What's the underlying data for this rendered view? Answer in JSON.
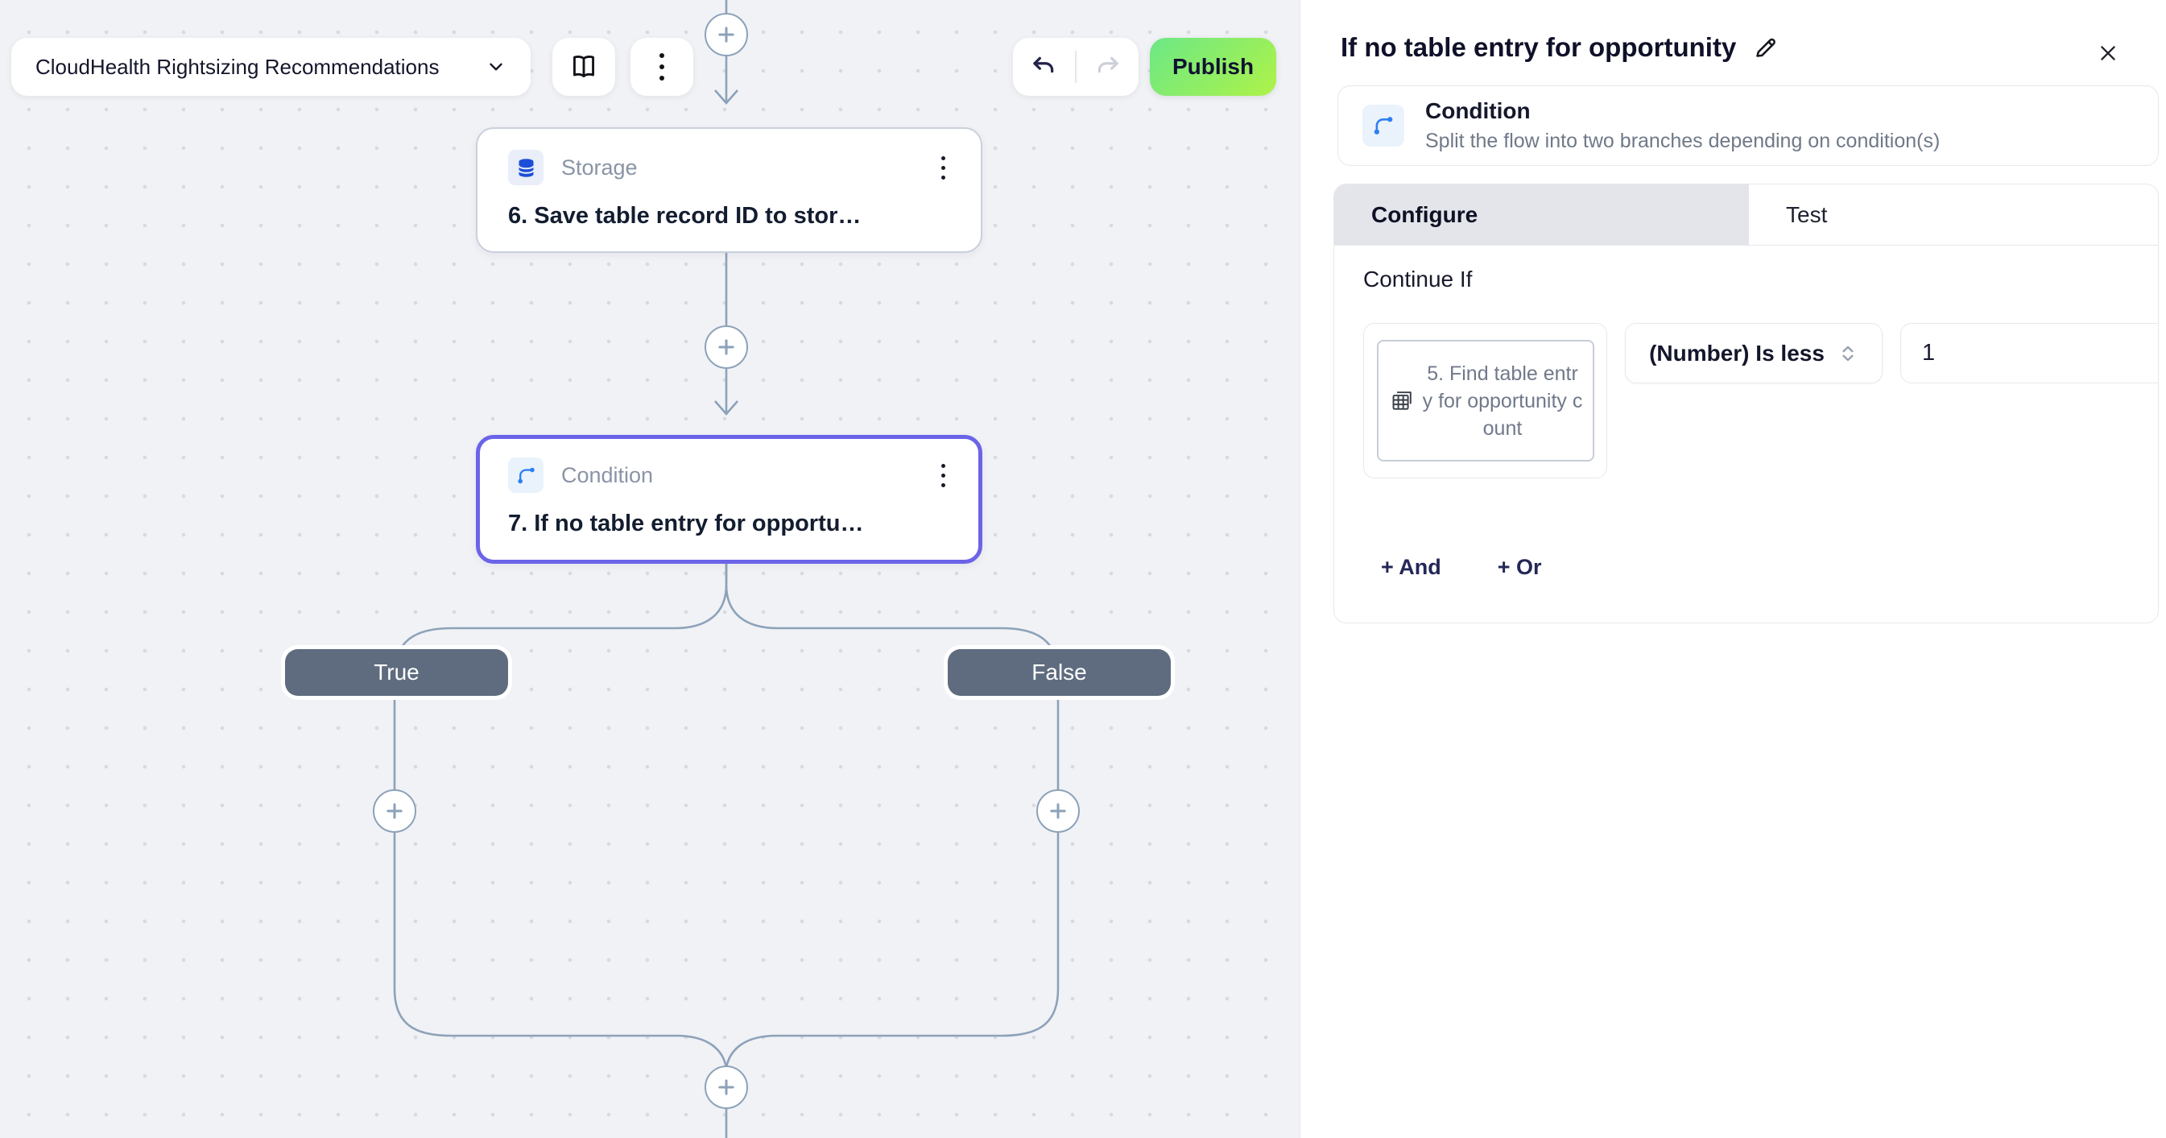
{
  "app": {
    "flow_name": "CloudHealth Rightsizing Recommendations",
    "publish_label": "Publish"
  },
  "canvas": {
    "nodes": {
      "storage": {
        "type_label": "Storage",
        "title": "6. Save table record ID to stor…"
      },
      "condition": {
        "type_label": "Condition",
        "title": "7. If no table entry for opportu…",
        "selected": true
      }
    },
    "branches": {
      "true_label": "True",
      "false_label": "False"
    }
  },
  "panel": {
    "title": "If no table entry for opportunity",
    "step": {
      "name": "Condition",
      "description": "Split the flow into two branches depending on condition(s)"
    },
    "tabs": {
      "configure": "Configure",
      "test": "Test"
    },
    "section_label": "Continue If",
    "condition_row": {
      "operand": "5. Find table entry for opportunity count",
      "operator": "(Number) Is less",
      "value": "1"
    },
    "and_label": "+ And",
    "or_label": "+ Or"
  },
  "icons": {
    "flow_selector": "chevron-down-icon",
    "library": "book-icon",
    "more": "kebab-icon",
    "undo": "undo-arrow-icon",
    "redo": "redo-arrow-icon",
    "storage_node": "database-icon",
    "condition_node": "branch-icon",
    "rename": "pencil-icon",
    "close": "close-icon",
    "operand": "table-stack-icon",
    "operator": "chevron-up-down-icon",
    "insert_step": "plus-icon"
  },
  "colors": {
    "canvas_bg": "#F1F2F6",
    "connector": "#8CA2B9",
    "selected_node_border": "#6B63E8",
    "branch_pill": "#5F6C7F",
    "publish_gradient_start": "#6FE883",
    "publish_gradient_end": "#ABF24B",
    "storage_icon_blue": "#1C4ED8",
    "condition_icon_blue": "#2F7FF2",
    "tab_active_bg": "#E3E5EA"
  }
}
